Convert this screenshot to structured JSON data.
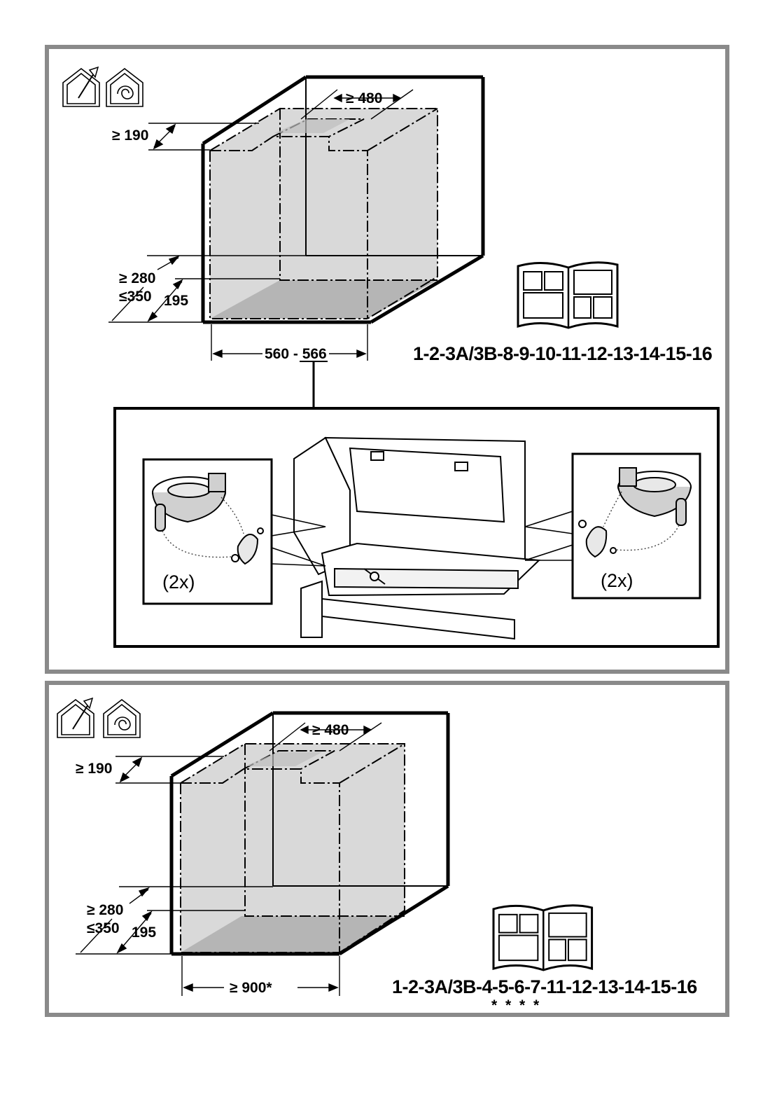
{
  "panels": [
    {
      "dims": {
        "depth_top": "≥ 480",
        "height_top": "≥ 190",
        "height_min": "≥ 280",
        "height_max": "≤350",
        "depth_bottom": "195",
        "width": "560 - ",
        "width_b": "566"
      },
      "sequence": "1-2-3A/3B-8-9-10-11-12-13-14-15-16",
      "detail": {
        "count_left": "(2x)",
        "count_right": "(2x)"
      }
    },
    {
      "dims": {
        "depth_top": "≥ 480",
        "height_top": "≥ 190",
        "height_min": "≥ 280",
        "height_max": "≤350",
        "depth_bottom": "195",
        "width": "≥ 900*"
      },
      "sequence": "1-2-3A/3B-4-5-6-7-11-12-13-14-15-16",
      "asterisks": "* * * *"
    }
  ],
  "icons": [
    "ducted-extraction-icon",
    "recirculation-icon",
    "manual-book-icon"
  ],
  "colors": {
    "panel_border": "#8a8a8a",
    "cabinet_fill": "#d9d9d9",
    "floor_fill": "#b5b5b5"
  }
}
